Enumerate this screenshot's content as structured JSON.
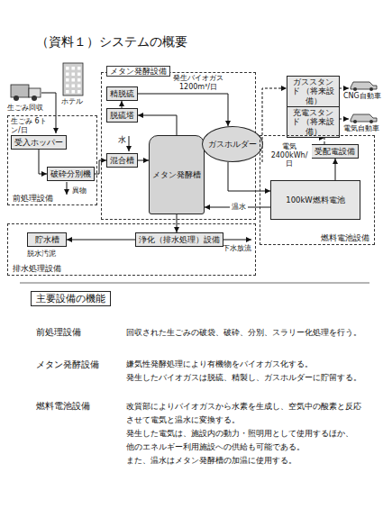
{
  "diagram": {
    "title": "（資料１）システムの概要",
    "nodes": [
      {
        "text": [
          "前処理設備"
        ]
      },
      {
        "text": [
          "受入ホッパー"
        ],
        "in": 0
      },
      {
        "text": [
          "破砕分別機"
        ],
        "in": 0
      },
      {
        "text": [
          "メタン発酵設備"
        ]
      },
      {
        "text": [
          "精脱硫"
        ],
        "in": 3
      },
      {
        "text": [
          "脱硫塔"
        ],
        "in": 3
      },
      {
        "text": [
          "混合槽"
        ],
        "in": 3
      },
      {
        "text": [
          "メタン発酵槽"
        ],
        "in": 3
      },
      {
        "text": [
          "ガスホルダー"
        ],
        "in": 3
      },
      {
        "text": [
          "ガススタンド （将来設備）"
        ]
      },
      {
        "text": [
          "充電スタンド （将来設備）"
        ]
      },
      {
        "text": [
          "燃料電池設備"
        ]
      },
      {
        "text": [
          "受配電設備"
        ],
        "in": 11
      },
      {
        "text": [
          "100kW燃料電池"
        ],
        "in": 11
      },
      {
        "text": [
          "排水処理設備"
        ]
      },
      {
        "text": [
          "貯水槽"
        ],
        "in": 14
      },
      {
        "text": [
          "浄化（排水処理）設備"
        ],
        "in": 14
      },
      {
        "text": [
          "主要設備の機能"
        ]
      }
    ],
    "edges": [
      {
        "from": 1,
        "to": 2,
        "arrow": "to"
      },
      {
        "from": 2,
        "to": 6,
        "arrow": "to"
      },
      {
        "from": 6,
        "to": 7,
        "arrow": "to"
      },
      {
        "from": 7,
        "to": 5,
        "arrow": "to"
      },
      {
        "from": 5,
        "to": 4,
        "arrow": "to"
      },
      {
        "from": 4,
        "to": 8,
        "label": "発生バイオガス 1200m³/日",
        "arrow": "to"
      },
      {
        "from": 8,
        "to": 9,
        "arrow": "to"
      },
      {
        "from": 8,
        "to": 13,
        "arrow": "to"
      },
      {
        "from": 13,
        "to": 12,
        "label": "電気 2400kWh/日",
        "arrow": "to"
      },
      {
        "from": 12,
        "to": 10,
        "arrow": "to"
      },
      {
        "from": 13,
        "to": 7,
        "label": "温水",
        "arrow": "to"
      },
      {
        "from": 7,
        "to": 16,
        "arrow": "to"
      },
      {
        "from": 16,
        "to": 15,
        "arrow": "to"
      }
    ],
    "labels": [
      "生ごみ回収",
      "ホテル",
      "CNG自動車",
      "電気自動車",
      "生ごみ 6トン/日",
      "水",
      "異物",
      "脱水汚泥",
      "下水放流",
      "前処理設備",
      "回収された生ごみの破袋、破砕、分別、スラリー化処理を行う。",
      "メタン発酵設備",
      "嫌気性発酵処理により有機物をバイオガス化する。",
      "発生したバイオガスは脱硫、精製し、ガスホルダーに貯留する。",
      "燃料電池設備",
      "改質部によりバイオガスから水素を生成し、空気中の酸素と反応",
      "させて電気と温水に変換する。",
      "発生した電気は、施設内の動力・照明用として使用するほか、",
      "他のエネルギー利用施設への供給も可能である。",
      "また、温水はメタン発酵槽の加温に使用する。"
    ]
  }
}
